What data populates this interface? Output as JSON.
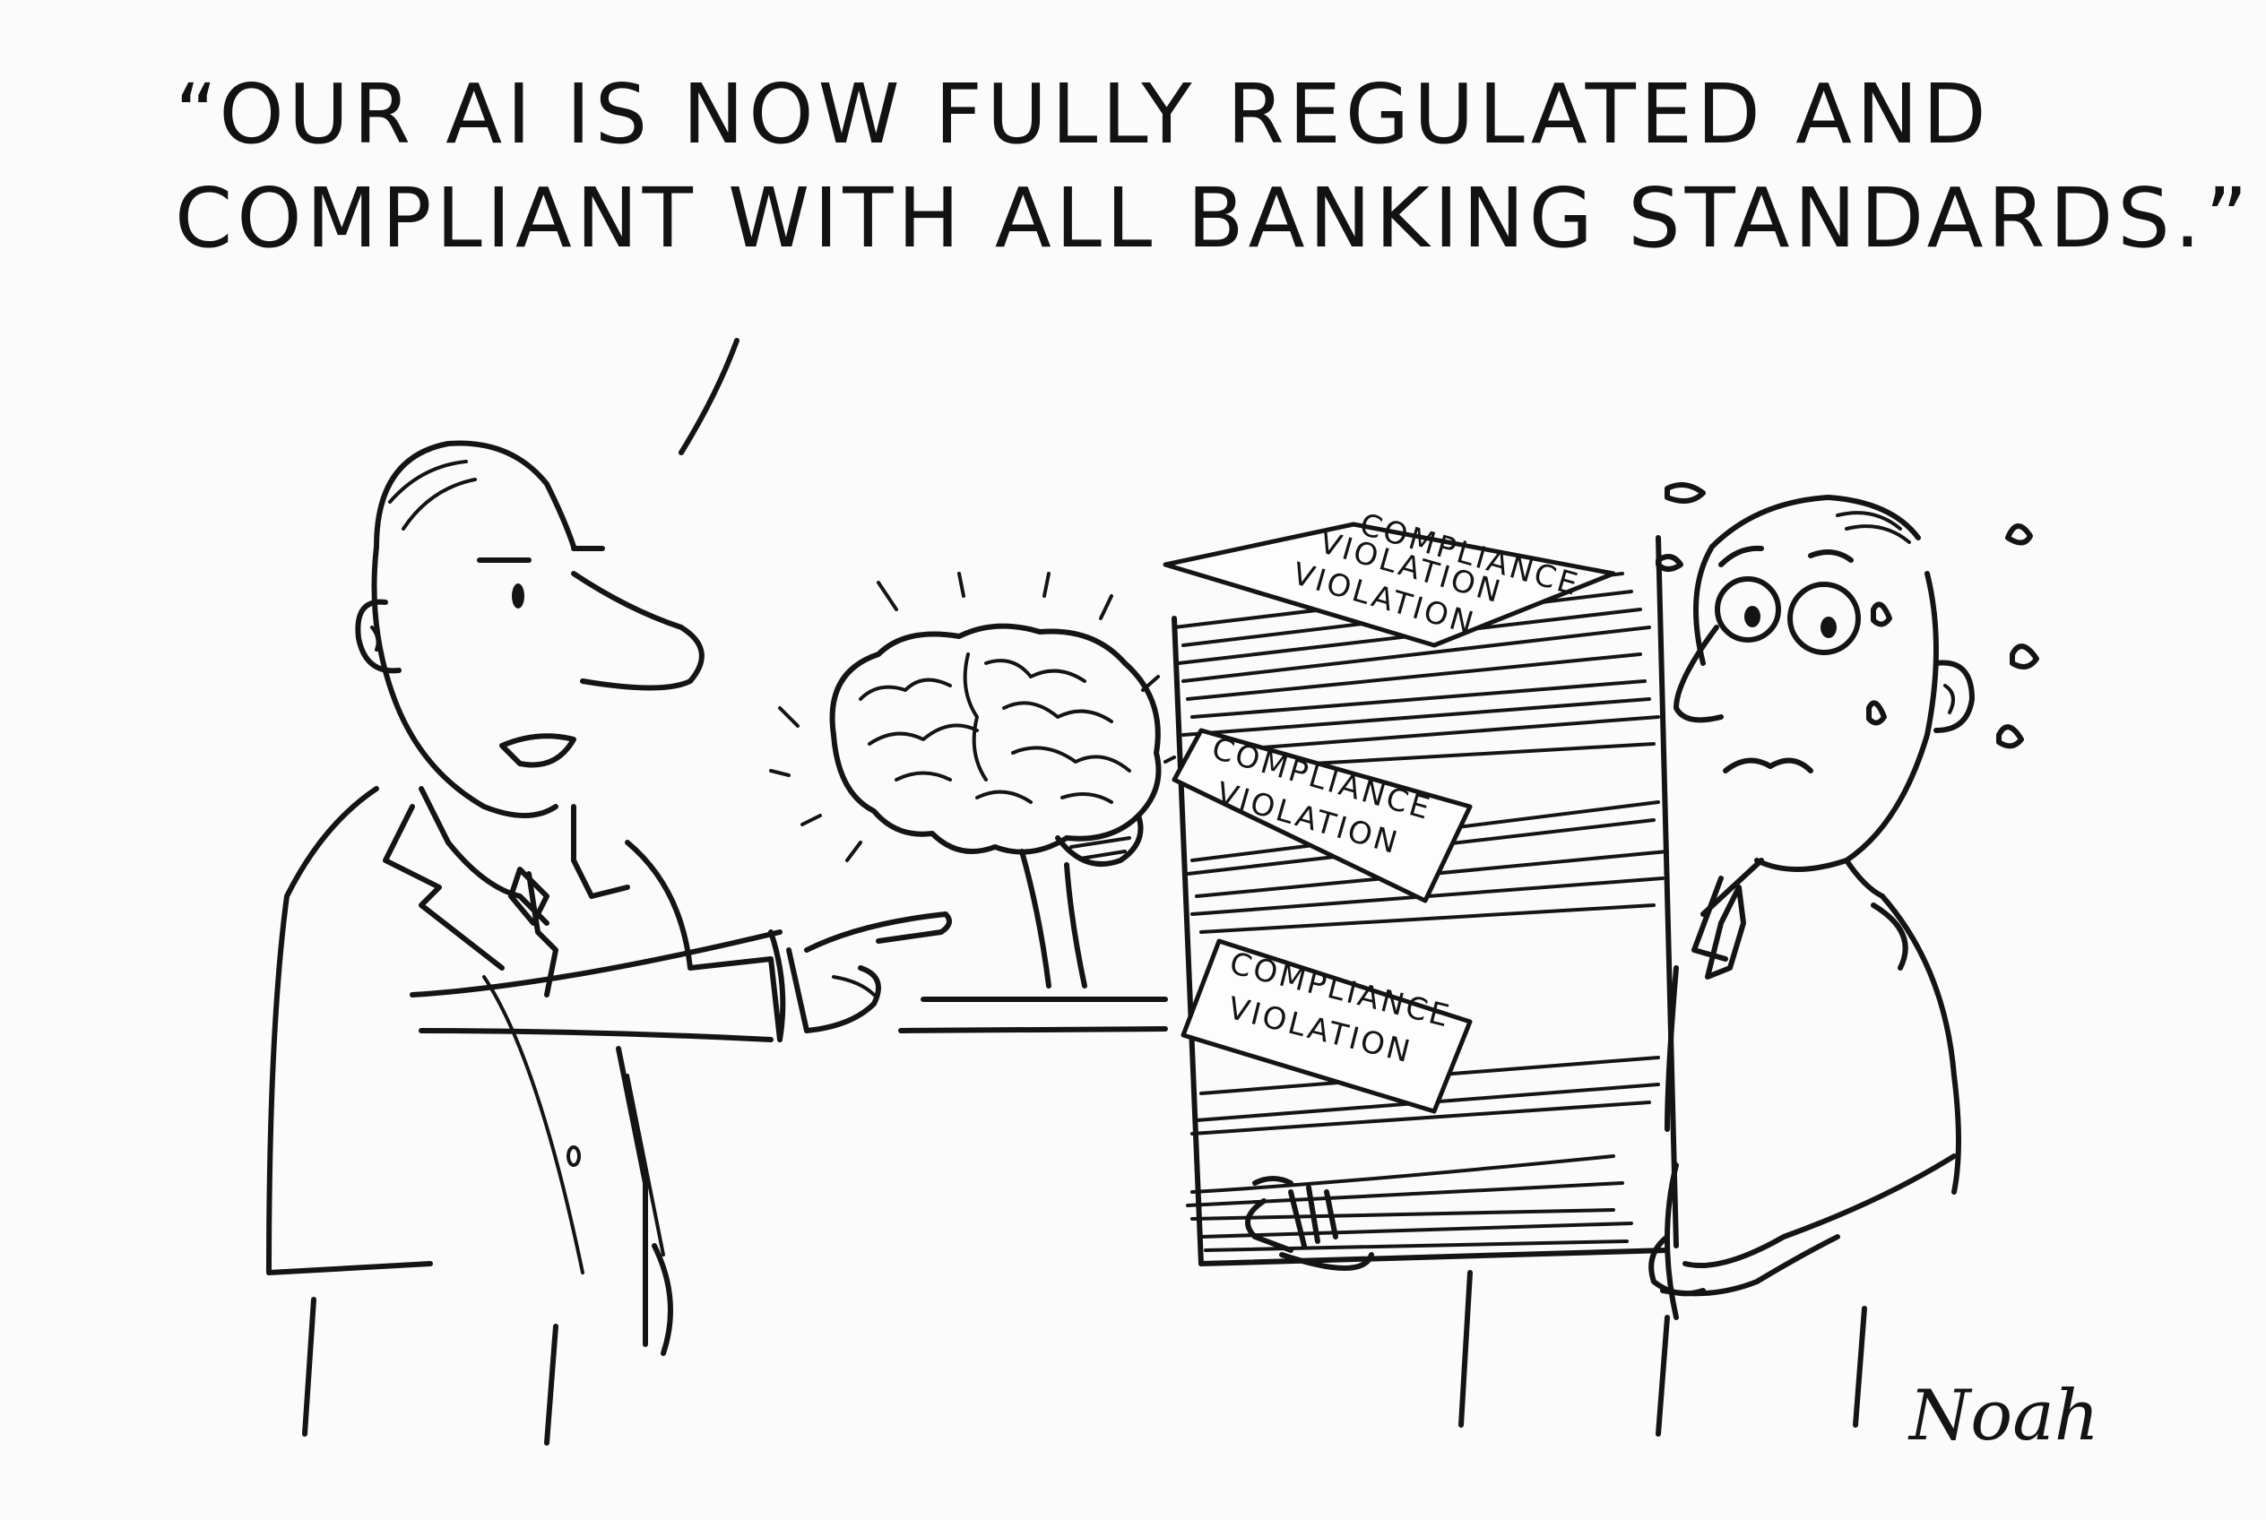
{
  "caption": {
    "line1": "“OUR AI IS NOW FULLY REGULATED AND",
    "line2": "COMPLIANT WITH ALL BANKING STANDARDS.”"
  },
  "stack_labels": {
    "top": [
      "COMPLIANCE",
      "VIOLATION",
      "VIOLATION"
    ],
    "middle": [
      "COMPLIANCE",
      "VIOLATION"
    ],
    "bottom": [
      "COMPLIANCE",
      "VIOLATION"
    ]
  },
  "signature": "Noah",
  "colors": {
    "ink": "#141414",
    "background": "#fbfbfb"
  },
  "icons": {
    "brain": "brain-icon",
    "speech_tail": "speech-tail"
  }
}
